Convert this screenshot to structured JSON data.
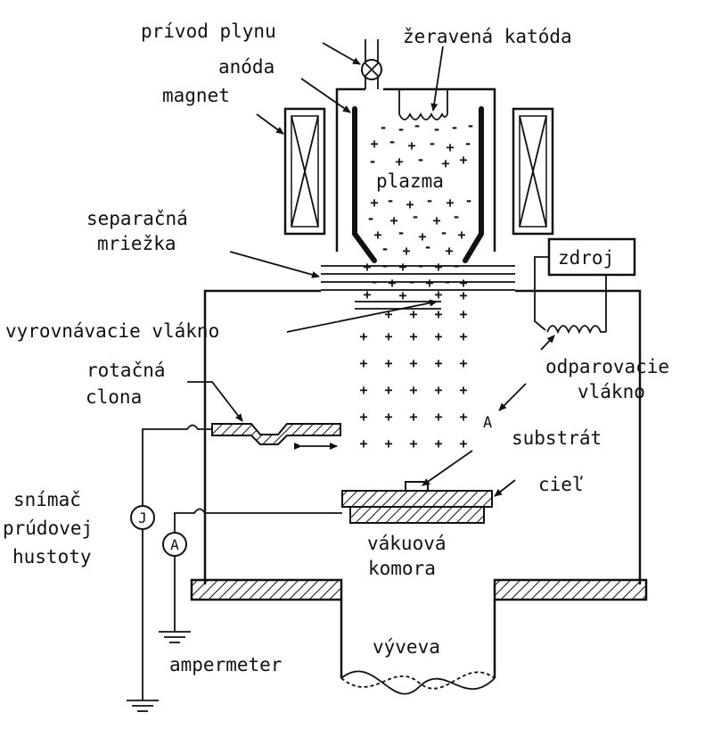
{
  "labels": {
    "gas_inlet": "prívod plynu",
    "hot_cathode": "žeravená katóda",
    "anode": "anóda",
    "magnet": "magnet",
    "plasma": "plazma",
    "separation_grid_1": "separačná",
    "separation_grid_2": "mriežka",
    "source": "zdroj",
    "neutralizing_filament": "vyrovnávacie vlákno",
    "evaporation_filament_1": "odparovacie",
    "evaporation_filament_2": "vlákno",
    "rotary_shutter_1": "rotačná",
    "rotary_shutter_2": "clona",
    "point_a": "A",
    "substrate": "substrát",
    "target": "cieľ",
    "current_sensor_1": "snímač",
    "current_sensor_2": "prúdovej",
    "current_sensor_3": "hustoty",
    "meter_j": "J",
    "meter_a": "A",
    "vacuum_chamber_1": "vákuová",
    "vacuum_chamber_2": "komora",
    "pump": "výveva",
    "ammeter": "ampermeter"
  },
  "colors": {
    "ink": "#111111",
    "background": "#ffffff"
  }
}
